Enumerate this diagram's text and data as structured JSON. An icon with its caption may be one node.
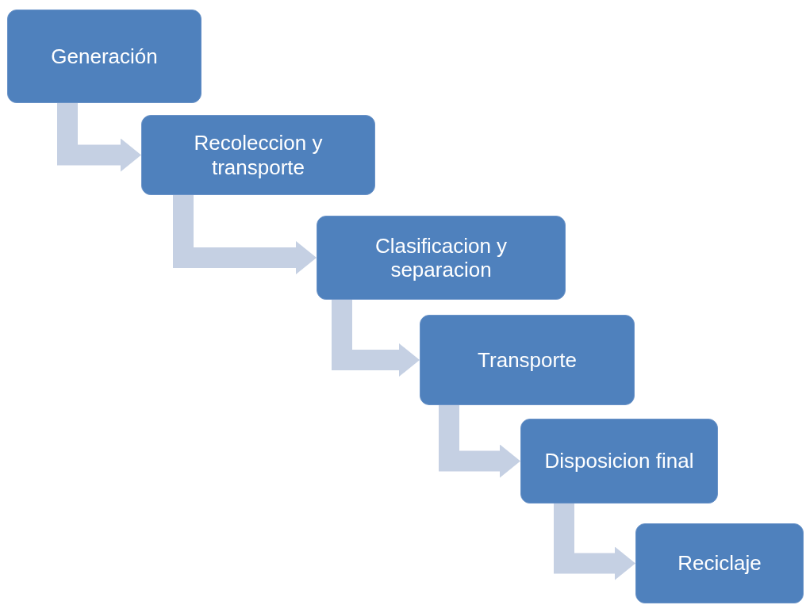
{
  "diagram": {
    "nodes": [
      {
        "text": [
          "Generación"
        ]
      },
      {
        "text": [
          "Recoleccion y transporte"
        ]
      },
      {
        "text": [
          "Clasificacion y separacion"
        ]
      },
      {
        "text": [
          "Transporte"
        ]
      },
      {
        "text": [
          "Disposicion final"
        ]
      },
      {
        "text": [
          "Reciclaje"
        ]
      }
    ],
    "edges": [
      {
        "from": 0,
        "to": 1,
        "arrow": "to"
      },
      {
        "from": 1,
        "to": 2,
        "arrow": "to"
      },
      {
        "from": 2,
        "to": 3,
        "arrow": "to"
      },
      {
        "from": 3,
        "to": 4,
        "arrow": "to"
      },
      {
        "from": 4,
        "to": 5,
        "arrow": "to"
      }
    ]
  }
}
